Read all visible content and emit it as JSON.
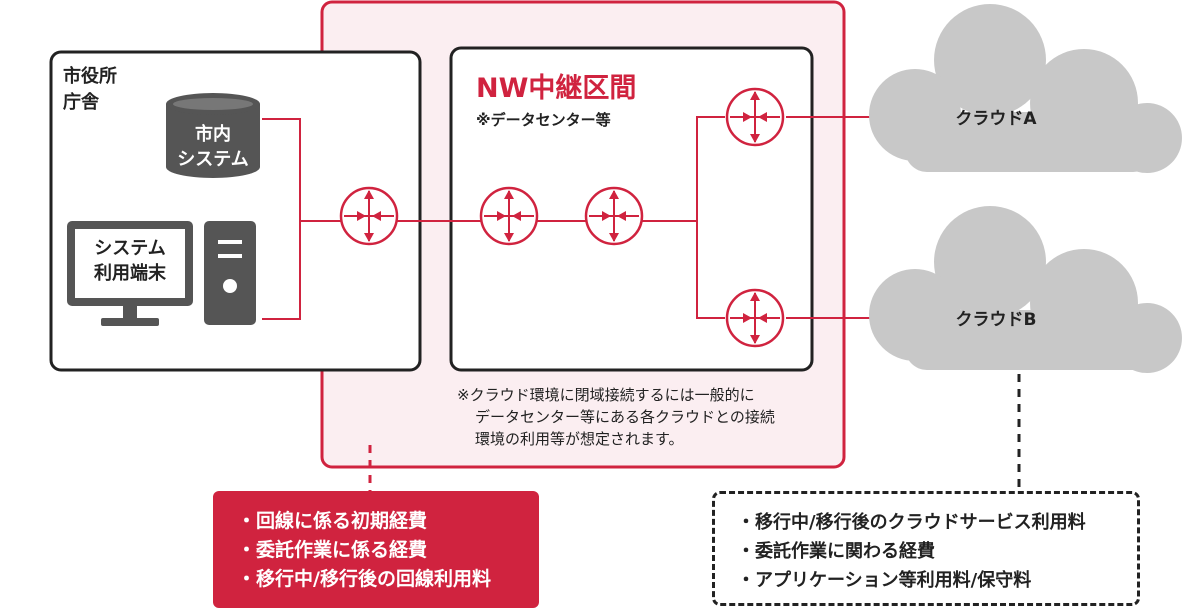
{
  "city_office": {
    "label_line1": "市役所",
    "label_line2": "庁舎",
    "db_line1": "市内",
    "db_line2": "システム",
    "terminal_line1": "システム",
    "terminal_line2": "利用端末"
  },
  "nw_section": {
    "title": "NW中継区間",
    "subtitle": "※データセンター等"
  },
  "clouds": {
    "a_label": "クラウドA",
    "b_label": "クラウドB"
  },
  "note": {
    "line1": "※クラウド環境に閉域接続するには一般的に",
    "line2": "データセンター等にある各クラウドとの接続",
    "line3": "環境の利用等が想定されます。"
  },
  "costs_network": [
    "・回線に係る初期経費",
    "・委託作業に係る経費",
    "・移行中/移行後の回線利用料"
  ],
  "costs_cloud": [
    "・移行中/移行後のクラウドサービス利用料",
    "・委託作業に関わる経費",
    "・アプリケーション等利用料/保守料"
  ],
  "colors": {
    "accent": "#d0233f",
    "region_fill": "#fbeef1",
    "cloud": "#c8c8c8",
    "dark": "#222222",
    "device": "#555555"
  },
  "icons": [
    "router-icon",
    "database-icon",
    "monitor-icon",
    "pc-tower-icon",
    "cloud-icon"
  ]
}
